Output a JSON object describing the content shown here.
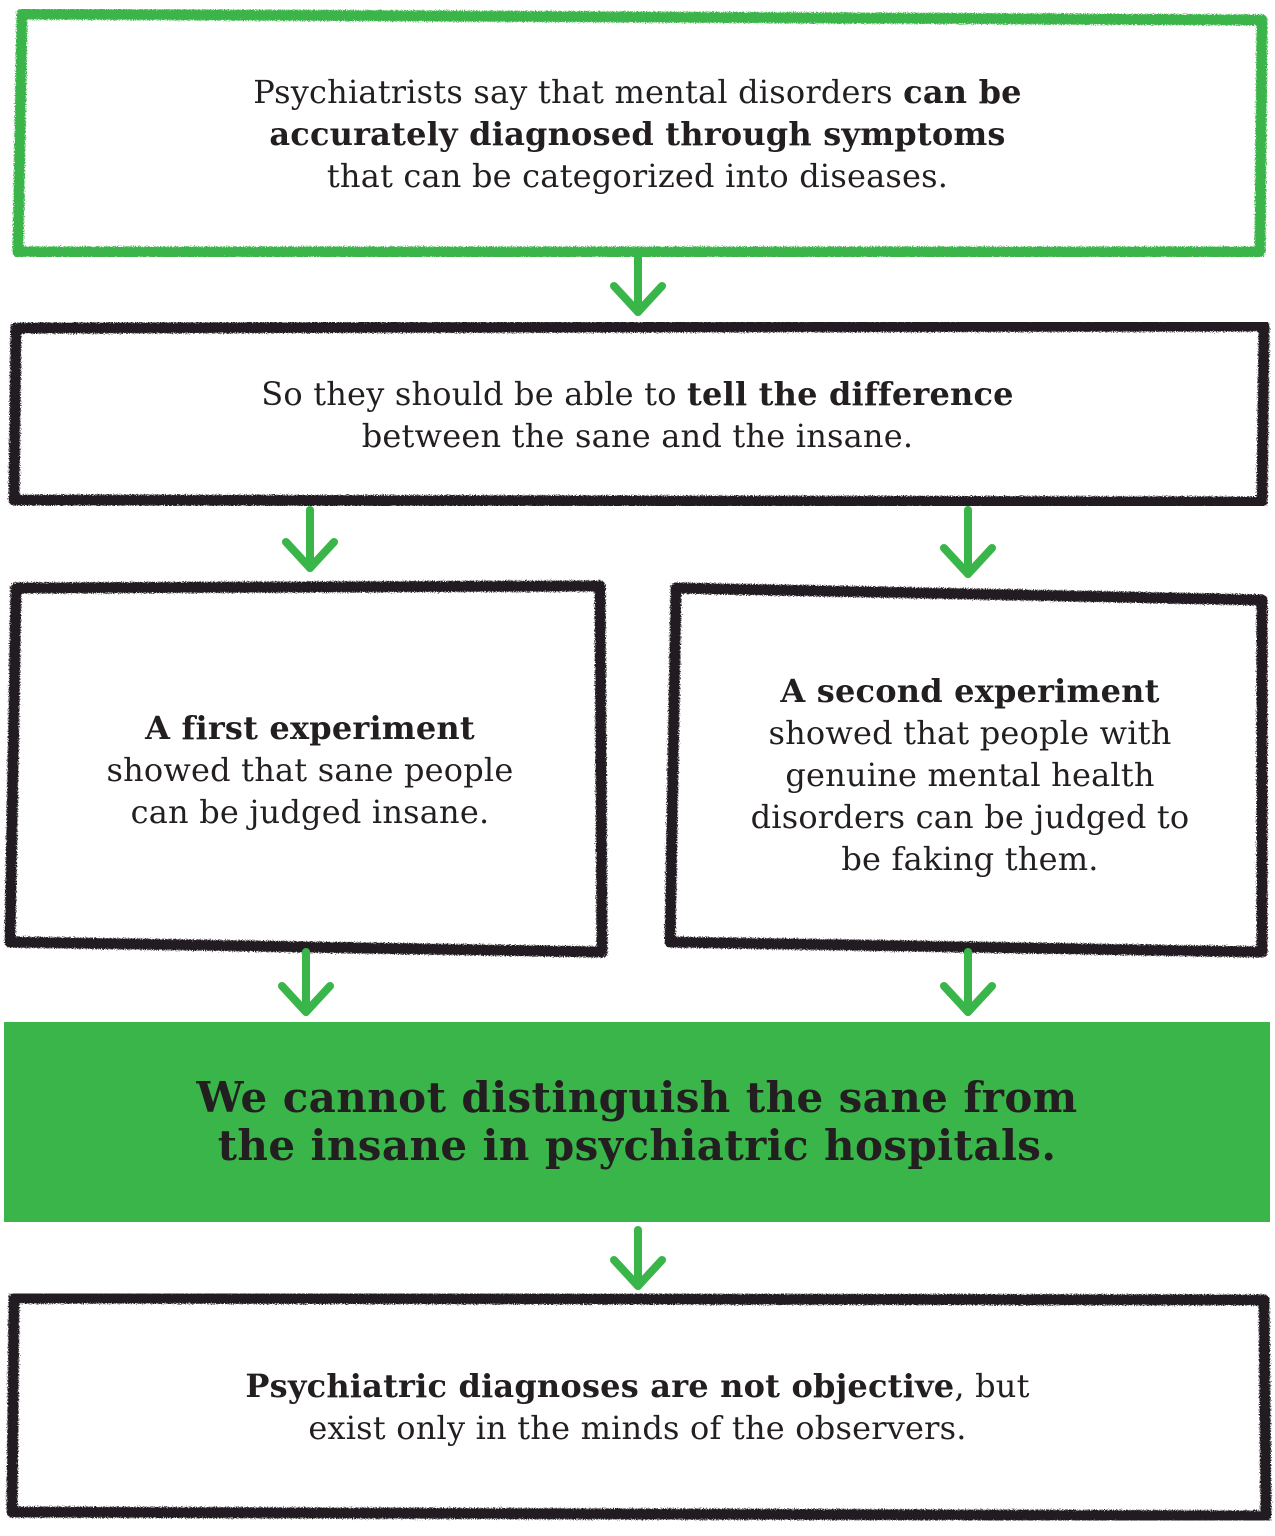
{
  "boxes": {
    "premise": {
      "text_before": "Psychiatrists say that mental disorders ",
      "bold": "can be accurately diagnosed through symptoms",
      "text_after": "that can be categorized into diseases."
    },
    "inference": {
      "text_before": "So they should be able to ",
      "bold": "tell the difference",
      "text_after": "between the sane and the insane."
    },
    "experiment_one": {
      "bold": "A first experiment",
      "text": "showed that sane people can be judged insane."
    },
    "experiment_two": {
      "bold": "A second experiment",
      "text": "showed that people with genuine mental health disorders can be judged to be faking them."
    },
    "conclusion": {
      "text": "We cannot distinguish the sane from the insane in psychiatric hospitals."
    },
    "final": {
      "bold": "Psychiatric diagnoses are not objective",
      "text_after": ", but exist only in the minds of the observers."
    }
  },
  "colors": {
    "green_border": "#3ab54a",
    "green_fill": "#3ab54a",
    "arrow": "#3ab54a",
    "dark_border": "#231f20",
    "text": "#231f20"
  }
}
